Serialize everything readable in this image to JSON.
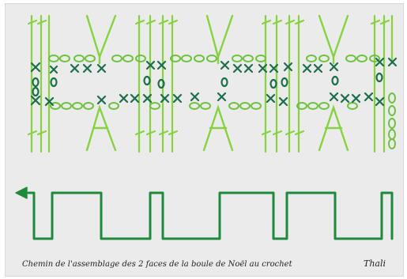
{
  "caption": "Chemin de l'assemblage des 2 faces de la boule de Noël au crochet",
  "signature": "Thali",
  "colors": {
    "paper": "#ecebec",
    "light_green": "#7fd13a",
    "dark_green": "#1f8a3c",
    "teal_x": "#1a6b4a",
    "path": "#1e8a3c"
  },
  "symbols": [
    "crochet-chain-oval",
    "crochet-single-x",
    "crochet-double-stitch",
    "crochet-v-increase",
    "crochet-a-decrease"
  ],
  "path_direction": "arrow-left"
}
